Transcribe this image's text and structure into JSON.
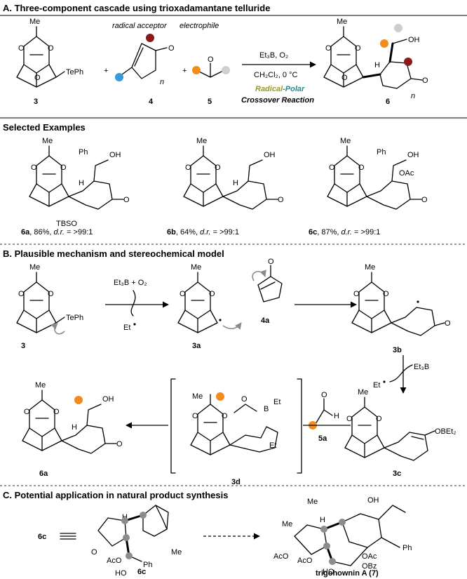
{
  "colors": {
    "orange": "#f28c1e",
    "gray_dot": "#cfcfcf",
    "dark_red": "#8b1a1a",
    "blue": "#3a9ad9",
    "olive": "#9a9a22",
    "teal": "#2a8a8a",
    "gray_circle": "#8c8c8c"
  },
  "sectionA": {
    "title": "A. Three-component cascade using trioxadamantane telluride",
    "label_radical_acceptor": "radical acceptor",
    "label_electrophile": "electrophile",
    "reagents_top": "Et₃B, O₂",
    "reagents_bottom": "CH₂Cl₂, 0 °C",
    "crossover_1a": "Radical",
    "crossover_1b": "-Polar",
    "crossover_2": "Crossover Reaction",
    "cmpd3": "3",
    "cmpd4": "4",
    "cmpd5": "5",
    "cmpd6": "6",
    "plus": "+",
    "TePh": "TePh",
    "Me": "Me",
    "O": "O",
    "OH": "OH",
    "H": "H",
    "n": "n"
  },
  "selected": {
    "title": "Selected Examples",
    "ex1_id": "6a",
    "ex1_rest": ", 86%, ",
    "ex1_dr": "d.r.",
    "ex1_val": " = >99:1",
    "ex2_id": "6b",
    "ex2_rest": ", 64%, ",
    "ex2_dr": "d.r.",
    "ex2_val": " = >99:1",
    "ex3_id": "6c",
    "ex3_rest": ", 87%, ",
    "ex3_dr": "d.r.",
    "ex3_val": " = >99:1",
    "Ph": "Ph",
    "TBSO": "TBSO",
    "OAc": "OAc"
  },
  "sectionB": {
    "title": "B. Plausible mechanism and stereochemical model",
    "reagent_top": "Et₃B + O₂",
    "et_radical": "Et",
    "cmpd3": "3",
    "cmpd3a": "3a",
    "cmpd4a": "4a",
    "cmpd3b": "3b",
    "et3b": "Et₃B",
    "et_radical_2": "Et",
    "cmpd3c": "3c",
    "OBEt2": "OBEt₂",
    "cmpd3d": "3d",
    "cmpd5a": "5a",
    "cmpd6a": "6a",
    "B": "B",
    "Et": "Et"
  },
  "sectionC": {
    "title": "C. Potential application in natural product synthesis",
    "cmpd6c": "6c",
    "cmpd6c_b": "6c",
    "product": "trigohownin A (7)",
    "Ph": "Ph",
    "AcO": "AcO",
    "OAc": "OAc",
    "OBz": "OBz",
    "HO": "HO",
    "Me": "Me",
    "OH": "OH"
  }
}
